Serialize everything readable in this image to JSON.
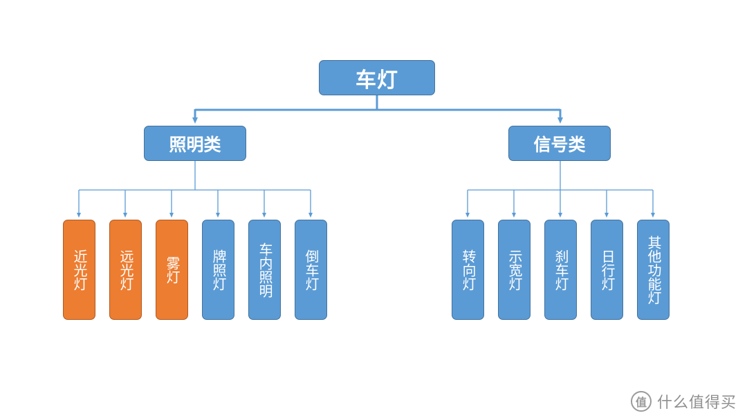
{
  "root": {
    "label": "车灯"
  },
  "categories": {
    "lighting": {
      "label": "照明类",
      "children": [
        "近光灯",
        "远光灯",
        "雾灯",
        "牌照灯",
        "车内照明",
        "倒车灯"
      ]
    },
    "signal": {
      "label": "信号类",
      "children": [
        "转向灯",
        "示宽灯",
        "刹车灯",
        "日行灯",
        "其他功能灯"
      ]
    }
  },
  "colors": {
    "blue": "#5b9bd5",
    "orange": "#ed7d31",
    "line": "#5b9bd5"
  },
  "watermark": {
    "badge": "值",
    "text": "什么值得买"
  }
}
